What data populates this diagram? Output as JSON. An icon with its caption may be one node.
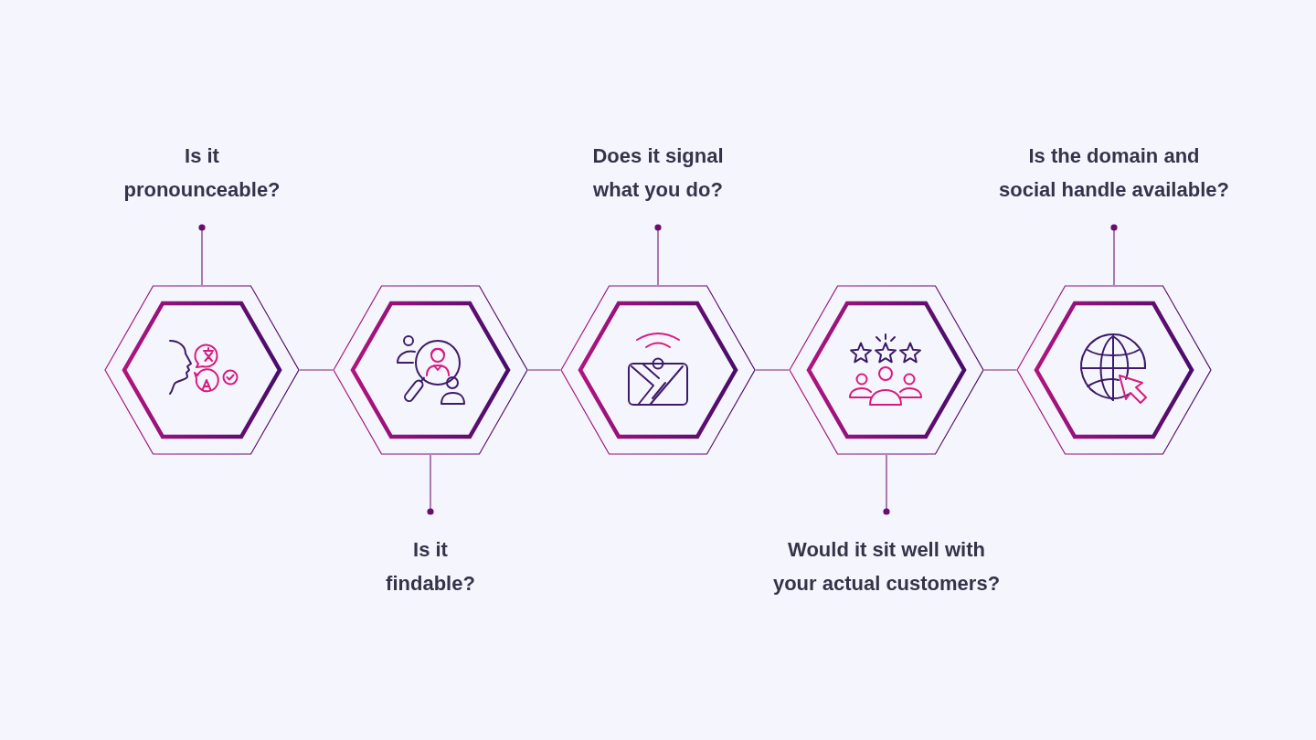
{
  "diagram": {
    "nodes": [
      {
        "text": [
          "Is it pronounceable?"
        ]
      },
      {
        "text": [],
        "shape": "hexagon"
      },
      {
        "text": [],
        "shape": "hexagon"
      },
      {
        "text": [
          "Is it findable?"
        ]
      },
      {
        "text": [
          "Does it signal what you do?"
        ]
      },
      {
        "text": [],
        "shape": "hexagon"
      },
      {
        "text": [],
        "shape": "hexagon"
      },
      {
        "text": [
          "Would it sit well with your actual customers?"
        ]
      },
      {
        "text": [
          "Is the domain and social handle available?"
        ]
      },
      {
        "text": [],
        "shape": "hexagon"
      }
    ],
    "edges": [
      {
        "from": 0,
        "to": 1,
        "arrow": "other"
      },
      {
        "from": 1,
        "to": 2,
        "arrow": "none"
      },
      {
        "from": 3,
        "to": 2,
        "arrow": "other"
      },
      {
        "from": 2,
        "to": 5,
        "arrow": "none"
      },
      {
        "from": 4,
        "to": 5,
        "arrow": "other"
      },
      {
        "from": 5,
        "to": 6,
        "arrow": "none"
      },
      {
        "from": 7,
        "to": 6,
        "arrow": "other"
      },
      {
        "from": 6,
        "to": 9,
        "arrow": "none"
      },
      {
        "from": 8,
        "to": 9,
        "arrow": "other"
      }
    ]
  }
}
